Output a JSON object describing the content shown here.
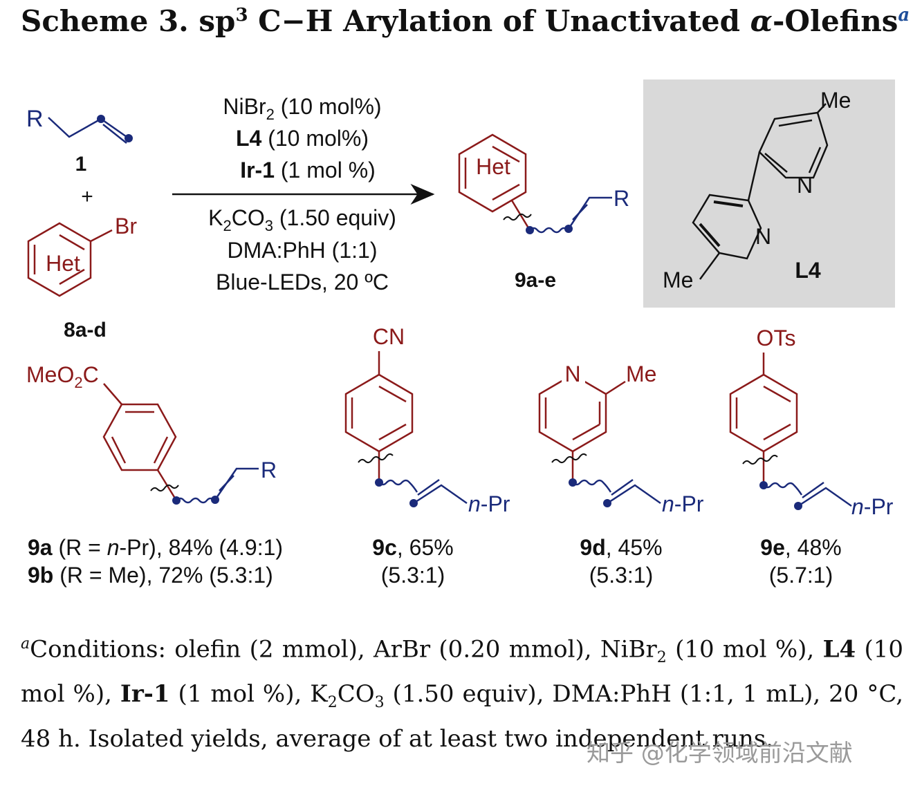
{
  "title": {
    "prefix": "Scheme 3. sp",
    "sup": "3",
    "middle": " C−H Arylation of Unactivated ",
    "alpha": "α",
    "suffix": "-Olefins",
    "mark": "a"
  },
  "reaction": {
    "olefin_R": "R",
    "olefin_number": "1",
    "plus": "+",
    "aryl_label": "Het",
    "aryl_substituent": "Br",
    "aryl_number": "8a-d",
    "conditions_above": [
      "NiBr2 (10 mol%)",
      "L4 (10 mol%)",
      "Ir-1 (1 mol %)"
    ],
    "conditions_below": [
      "K2CO3 (1.50 equiv)",
      "DMA:PhH (1:1)",
      "Blue-LEDs, 20 ºC"
    ],
    "product_label": "Het",
    "product_R": "R",
    "product_number": "9a-e"
  },
  "ligand": {
    "me_top": "Me",
    "n_top": "N",
    "n_bottom": "N",
    "me_bottom": "Me",
    "name": "L4",
    "box_color": "#d9d9d9"
  },
  "products": [
    {
      "substituent": "MeO2C",
      "R": "R",
      "caption_lines": [
        "9a (R = n-Pr), 84% (4.9:1)",
        "9b (R = Me), 72% (5.3:1)"
      ]
    },
    {
      "substituent": "CN",
      "R": "n-Pr",
      "caption_lines": [
        "9c, 65%",
        "(5.3:1)"
      ]
    },
    {
      "substituent_n": "N",
      "substituent": "Me",
      "R": "n-Pr",
      "caption_lines": [
        "9d, 45%",
        "(5.3:1)"
      ]
    },
    {
      "substituent": "OTs",
      "R": "n-Pr",
      "caption_lines": [
        "9e, 48%",
        "(5.7:1)"
      ]
    }
  ],
  "footnote": {
    "mark": "a",
    "text": "Conditions: olefin (2 mmol), ArBr (0.20 mmol), NiBr2 (10 mol %), L4 (10 mol %), Ir-1 (1 mol %), K2CO3 (1.50 equiv), DMA:PhH (1:1, 1 mL), 20 °C, 48 h. Isolated yields, average of at least two independent runs."
  },
  "watermark": "知乎 @化学领域前沿文献",
  "colors": {
    "aryl": "#8b1a1a",
    "alkyl": "#1a2a7a",
    "text": "#111111"
  }
}
